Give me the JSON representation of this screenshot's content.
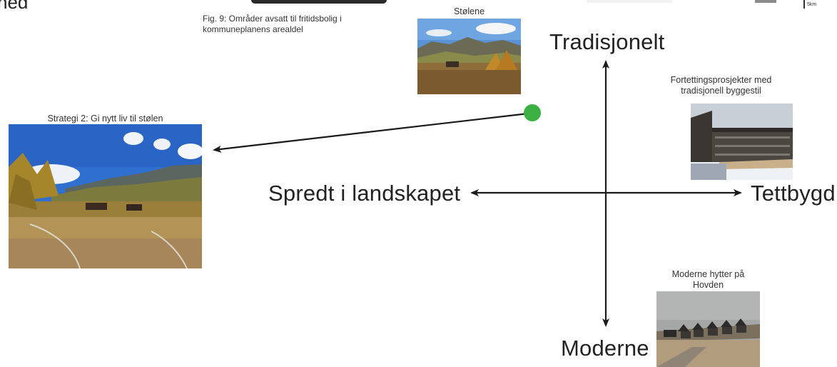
{
  "top_left_fragment": "ned",
  "figure_caption": "Fig. 9: Områder avsatt til fritidsbolig i kommuneplanens arealdel",
  "scale_label": "5km",
  "axes": {
    "top": "Tradisjonelt",
    "bottom": "Moderne",
    "left": "Spredt i landskapet",
    "right": "Tettbygd"
  },
  "photos": {
    "stolene": {
      "caption": "Stølene"
    },
    "strategi": {
      "caption": "Strategi 2: Gi nytt liv til stølen"
    },
    "fortetting": {
      "caption": "Fortettingsprosjekter med tradisjonell byggestil"
    },
    "moderne": {
      "caption": "Moderne hytter på Hovden"
    }
  },
  "colors": {
    "marker": "#3cb043",
    "axis": "#1a1a1a"
  }
}
